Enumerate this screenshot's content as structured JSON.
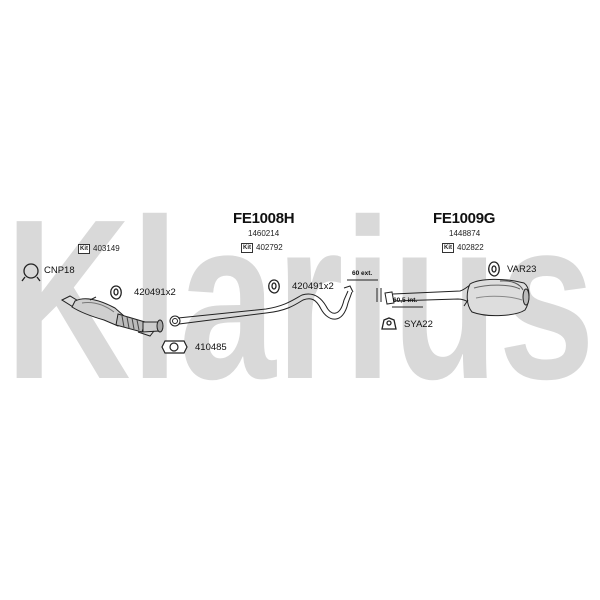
{
  "watermark": {
    "text": "Klarius"
  },
  "groups": [
    {
      "code": "FE1008H",
      "part_number": "1460214",
      "kit_tag": "Kit",
      "kit_number": "402792"
    },
    {
      "code": "FE1009G",
      "part_number": "1448874",
      "kit_tag": "Kit",
      "kit_number": "402822"
    }
  ],
  "left_kit": {
    "kit_tag": "Kit",
    "kit_number": "403149"
  },
  "parts": [
    {
      "label": "CNP18",
      "icon": "clamp-ring-icon"
    },
    {
      "label": "420491x2",
      "icon": "gasket-icon"
    },
    {
      "label": "410485",
      "icon": "flange-gasket-icon"
    },
    {
      "label": "420491x2",
      "icon": "gasket-icon"
    },
    {
      "label": "VAR23",
      "icon": "rubber-mount-icon"
    },
    {
      "label": "SYA22",
      "icon": "hanger-bracket-icon"
    }
  ],
  "dimensions": [
    {
      "label": "60 ext."
    },
    {
      "label": "60,5 int."
    }
  ],
  "colors": {
    "watermark": "#d9d9d9",
    "line": "#222222"
  }
}
